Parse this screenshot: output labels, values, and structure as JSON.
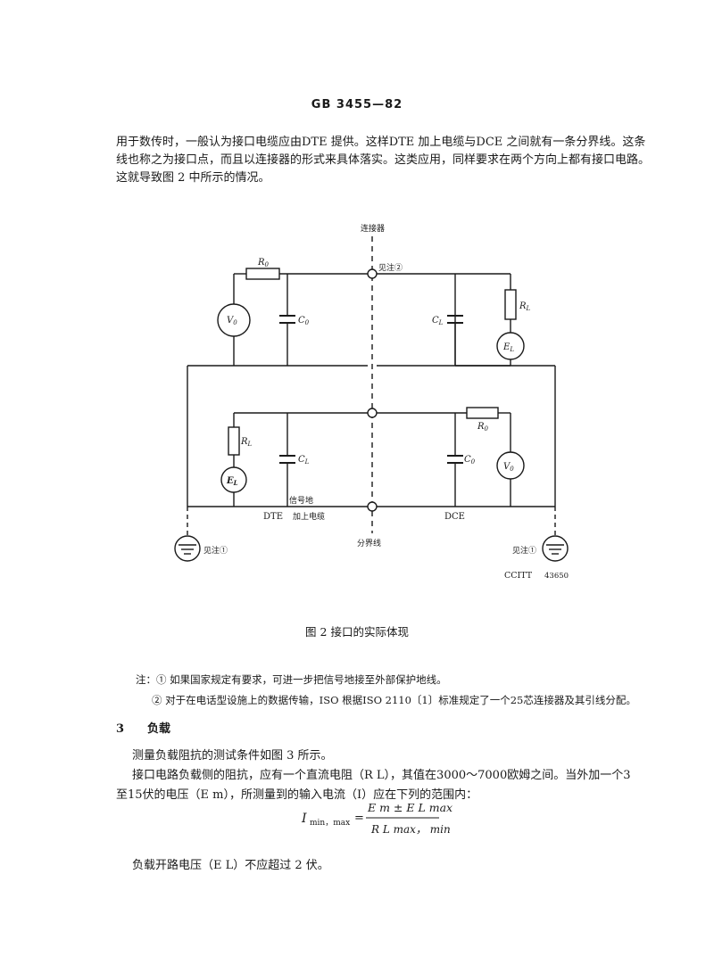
{
  "header": {
    "code": "GB 3455—82"
  },
  "intro": {
    "text": "用于数传时，一般认为接口电缆应由DTE 提供。这样DTE 加上电缆与DCE 之间就有一条分界线。这条线也称之为接口点，而且以连接器的形式来具体落实。这类应用，同样要求在两个方向上都有接口电路。这就导致图 2 中所示的情况。"
  },
  "figure": {
    "connector_label": "连接器",
    "note2_label": "见注②",
    "r0_top": "R",
    "r0_sub": "0",
    "c0_label": "C",
    "c0_sub": "0",
    "v0_top": "V",
    "v0_sub": "0",
    "cl_label": "C",
    "cl_sub": "L",
    "rl_label": "R",
    "rl_sub": "L",
    "el_label": "E",
    "el_sub": "L",
    "signal_ground": "信号地",
    "dte_label": "DTE",
    "plus_cable": "加上电缆",
    "dce_label": "DCE",
    "boundary_label": "分界线",
    "note1_left": "见注①",
    "note1_right": "见注①",
    "ccitt": "CCITT",
    "ccitt_num": "43650"
  },
  "caption": {
    "text": "图 2    接口的实际体现"
  },
  "notes": {
    "n1": "注：① 如果国家规定有要求，可进一步把信号地接至外部保护地线。",
    "n2": "② 对于在电话型设施上的数据传输，ISO 根据ISO 2110〔1〕标准规定了一个25芯连接器及其引线分配。"
  },
  "section3": {
    "number": "3",
    "title": "负载",
    "line1": "测量负载阻抗的测试条件如图 3 所示。",
    "line2": "接口电路负载侧的阻抗，应有一个直流电阻（R L），其值在3000～7000欧姆之间。当外加一个3",
    "line3": "至15伏的电压（E m），所测量到的输入电流（I）应在下列的范围内：",
    "line4": "负载开路电压（E L）不应超过 2 伏。"
  },
  "formula": {
    "lhs": "I",
    "lhs_sub": "min，max",
    "num": "E m ± E L max",
    "den": "R L max， min"
  }
}
